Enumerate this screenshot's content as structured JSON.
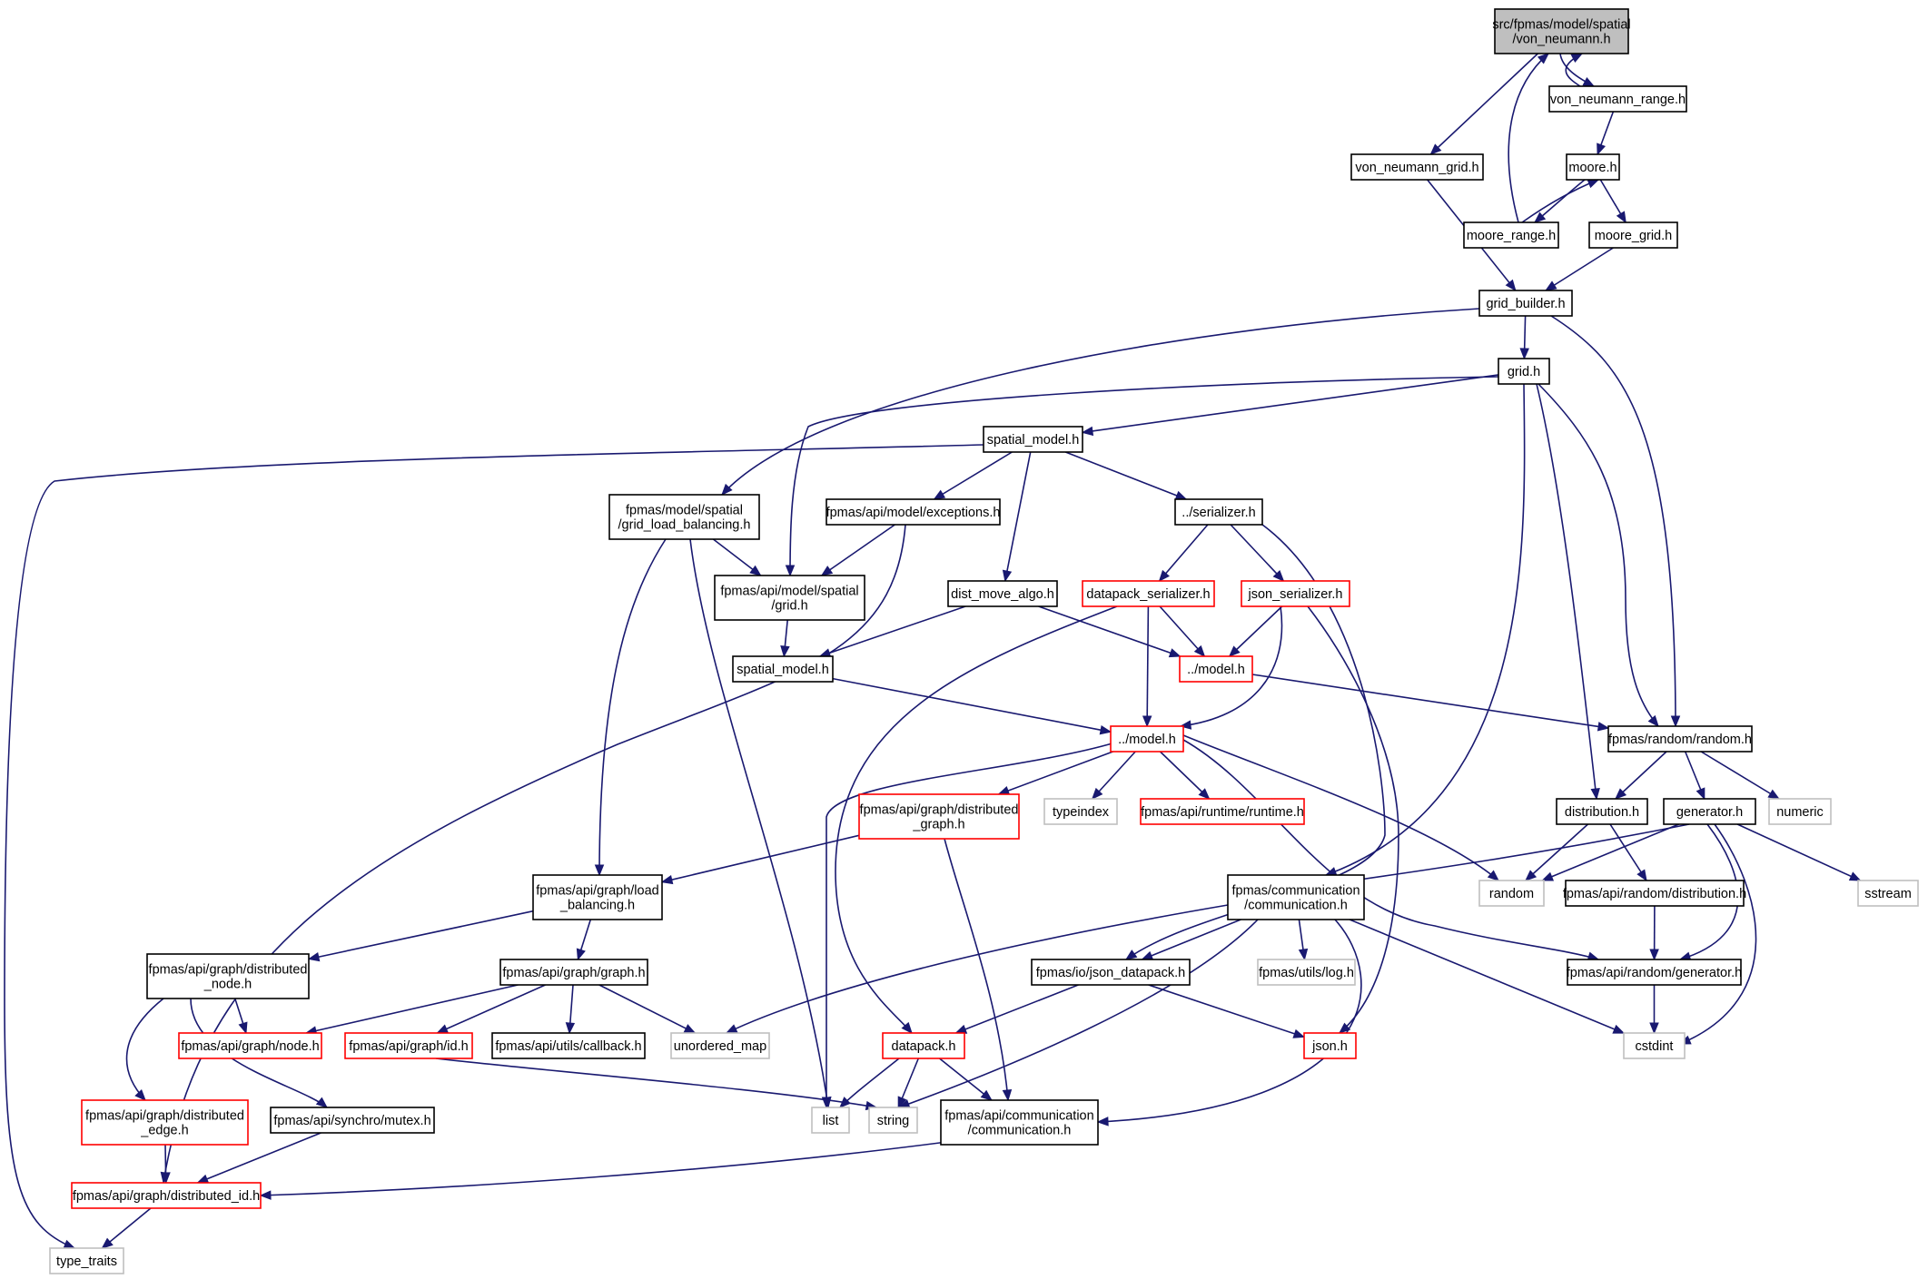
{
  "diagram": {
    "nodes": [
      {
        "id": "root",
        "label": [
          "src/fpmas/model/spatial",
          "/von_neumann.h"
        ],
        "style": "root"
      },
      {
        "id": "vnr",
        "label": [
          "von_neumann_range.h"
        ],
        "style": "black"
      },
      {
        "id": "vng",
        "label": [
          "von_neumann_grid.h"
        ],
        "style": "black"
      },
      {
        "id": "moore",
        "label": [
          "moore.h"
        ],
        "style": "black"
      },
      {
        "id": "moore_range",
        "label": [
          "moore_range.h"
        ],
        "style": "black"
      },
      {
        "id": "moore_grid",
        "label": [
          "moore_grid.h"
        ],
        "style": "black"
      },
      {
        "id": "grid_builder",
        "label": [
          "grid_builder.h"
        ],
        "style": "black"
      },
      {
        "id": "grid",
        "label": [
          "grid.h"
        ],
        "style": "black"
      },
      {
        "id": "spatial_model",
        "label": [
          "spatial_model.h"
        ],
        "style": "black"
      },
      {
        "id": "glb",
        "label": [
          "fpmas/model/spatial",
          "/grid_load_balancing.h"
        ],
        "style": "black"
      },
      {
        "id": "exceptions",
        "label": [
          "fpmas/api/model/exceptions.h"
        ],
        "style": "black"
      },
      {
        "id": "serializer",
        "label": [
          "../serializer.h"
        ],
        "style": "black"
      },
      {
        "id": "api_grid",
        "label": [
          "fpmas/api/model/spatial",
          "/grid.h"
        ],
        "style": "black"
      },
      {
        "id": "dist_move",
        "label": [
          "dist_move_algo.h"
        ],
        "style": "black"
      },
      {
        "id": "datapack_ser",
        "label": [
          "datapack_serializer.h"
        ],
        "style": "red"
      },
      {
        "id": "json_ser",
        "label": [
          "json_serializer.h"
        ],
        "style": "red"
      },
      {
        "id": "model_a",
        "label": [
          "../model.h"
        ],
        "style": "red"
      },
      {
        "id": "api_spatial_model",
        "label": [
          "spatial_model.h"
        ],
        "style": "black"
      },
      {
        "id": "model_b",
        "label": [
          "../model.h"
        ],
        "style": "red"
      },
      {
        "id": "random_h",
        "label": [
          "fpmas/random/random.h"
        ],
        "style": "black"
      },
      {
        "id": "dist_graph",
        "label": [
          "fpmas/api/graph/distributed",
          "_graph.h"
        ],
        "style": "red"
      },
      {
        "id": "typeindex",
        "label": [
          "typeindex"
        ],
        "style": "grey"
      },
      {
        "id": "runtime",
        "label": [
          "fpmas/api/runtime/runtime.h"
        ],
        "style": "red"
      },
      {
        "id": "distribution",
        "label": [
          "distribution.h"
        ],
        "style": "black"
      },
      {
        "id": "generator",
        "label": [
          "generator.h"
        ],
        "style": "black"
      },
      {
        "id": "numeric",
        "label": [
          "numeric"
        ],
        "style": "grey"
      },
      {
        "id": "load_balancing",
        "label": [
          "fpmas/api/graph/load",
          "_balancing.h"
        ],
        "style": "black"
      },
      {
        "id": "communication",
        "label": [
          "fpmas/communication",
          "/communication.h"
        ],
        "style": "black"
      },
      {
        "id": "std_random",
        "label": [
          "random"
        ],
        "style": "grey"
      },
      {
        "id": "api_rand_dist",
        "label": [
          "fpmas/api/random/distribution.h"
        ],
        "style": "black"
      },
      {
        "id": "sstream",
        "label": [
          "sstream"
        ],
        "style": "grey"
      },
      {
        "id": "dist_node",
        "label": [
          "fpmas/api/graph/distributed",
          "_node.h"
        ],
        "style": "black"
      },
      {
        "id": "graph_h",
        "label": [
          "fpmas/api/graph/graph.h"
        ],
        "style": "black"
      },
      {
        "id": "json_datapack",
        "label": [
          "fpmas/io/json_datapack.h"
        ],
        "style": "black"
      },
      {
        "id": "log",
        "label": [
          "fpmas/utils/log.h"
        ],
        "style": "grey"
      },
      {
        "id": "api_rand_gen",
        "label": [
          "fpmas/api/random/generator.h"
        ],
        "style": "black"
      },
      {
        "id": "node_h",
        "label": [
          "fpmas/api/graph/node.h"
        ],
        "style": "red"
      },
      {
        "id": "id_h",
        "label": [
          "fpmas/api/graph/id.h"
        ],
        "style": "red"
      },
      {
        "id": "callback",
        "label": [
          "fpmas/api/utils/callback.h"
        ],
        "style": "black"
      },
      {
        "id": "unordered_map",
        "label": [
          "unordered_map"
        ],
        "style": "grey"
      },
      {
        "id": "datapack",
        "label": [
          "datapack.h"
        ],
        "style": "red"
      },
      {
        "id": "json_h",
        "label": [
          "json.h"
        ],
        "style": "red"
      },
      {
        "id": "cstdint",
        "label": [
          "cstdint"
        ],
        "style": "grey"
      },
      {
        "id": "dist_edge",
        "label": [
          "fpmas/api/graph/distributed",
          "_edge.h"
        ],
        "style": "red"
      },
      {
        "id": "mutex",
        "label": [
          "fpmas/api/synchro/mutex.h"
        ],
        "style": "black"
      },
      {
        "id": "list",
        "label": [
          "list"
        ],
        "style": "grey"
      },
      {
        "id": "string",
        "label": [
          "string"
        ],
        "style": "grey"
      },
      {
        "id": "api_comm",
        "label": [
          "fpmas/api/communication",
          "/communication.h"
        ],
        "style": "black"
      },
      {
        "id": "dist_id",
        "label": [
          "fpmas/api/graph/distributed_id.h"
        ],
        "style": "red"
      },
      {
        "id": "type_traits",
        "label": [
          "type_traits"
        ],
        "style": "grey"
      }
    ],
    "edges": [
      [
        "root",
        "vnr"
      ],
      [
        "root",
        "vng"
      ],
      [
        "vnr",
        "root"
      ],
      [
        "vnr",
        "moore"
      ],
      [
        "moore",
        "moore_range"
      ],
      [
        "moore",
        "moore_grid"
      ],
      [
        "moore_range",
        "moore"
      ],
      [
        "moore_range",
        "root"
      ],
      [
        "vng",
        "grid_builder"
      ],
      [
        "moore_grid",
        "grid_builder"
      ],
      [
        "grid_builder",
        "grid"
      ],
      [
        "grid_builder",
        "glb"
      ],
      [
        "grid_builder",
        "random_h"
      ],
      [
        "grid",
        "spatial_model"
      ],
      [
        "grid",
        "api_grid"
      ],
      [
        "grid",
        "random_h"
      ],
      [
        "grid",
        "distribution"
      ],
      [
        "grid",
        "communication"
      ],
      [
        "spatial_model",
        "exceptions"
      ],
      [
        "spatial_model",
        "serializer"
      ],
      [
        "spatial_model",
        "dist_move"
      ],
      [
        "spatial_model",
        "type_traits"
      ],
      [
        "glb",
        "api_grid"
      ],
      [
        "glb",
        "load_balancing"
      ],
      [
        "glb",
        "list"
      ],
      [
        "exceptions",
        "api_grid"
      ],
      [
        "exceptions",
        "dist_id"
      ],
      [
        "serializer",
        "datapack_ser"
      ],
      [
        "serializer",
        "json_ser"
      ],
      [
        "serializer",
        "json_datapack"
      ],
      [
        "api_grid",
        "api_spatial_model"
      ],
      [
        "dist_move",
        "api_spatial_model"
      ],
      [
        "dist_move",
        "model_a"
      ],
      [
        "datapack_ser",
        "model_a"
      ],
      [
        "datapack_ser",
        "model_b"
      ],
      [
        "datapack_ser",
        "datapack"
      ],
      [
        "json_ser",
        "model_a"
      ],
      [
        "json_ser",
        "model_b"
      ],
      [
        "json_ser",
        "json_h"
      ],
      [
        "model_a",
        "random_h"
      ],
      [
        "api_spatial_model",
        "model_b"
      ],
      [
        "model_b",
        "dist_graph"
      ],
      [
        "model_b",
        "typeindex"
      ],
      [
        "model_b",
        "runtime"
      ],
      [
        "model_b",
        "std_random"
      ],
      [
        "model_b",
        "list"
      ],
      [
        "model_b",
        "api_rand_gen"
      ],
      [
        "random_h",
        "distribution"
      ],
      [
        "random_h",
        "generator"
      ],
      [
        "random_h",
        "numeric"
      ],
      [
        "dist_graph",
        "load_balancing"
      ],
      [
        "dist_graph",
        "api_comm"
      ],
      [
        "distribution",
        "std_random"
      ],
      [
        "distribution",
        "api_rand_dist"
      ],
      [
        "generator",
        "communication"
      ],
      [
        "generator",
        "std_random"
      ],
      [
        "generator",
        "sstream"
      ],
      [
        "generator",
        "api_rand_gen"
      ],
      [
        "generator",
        "cstdint"
      ],
      [
        "load_balancing",
        "dist_node"
      ],
      [
        "load_balancing",
        "graph_h"
      ],
      [
        "communication",
        "json_datapack"
      ],
      [
        "communication",
        "log"
      ],
      [
        "communication",
        "unordered_map"
      ],
      [
        "communication",
        "string"
      ],
      [
        "communication",
        "cstdint"
      ],
      [
        "communication",
        "api_comm"
      ],
      [
        "api_rand_dist",
        "api_rand_gen"
      ],
      [
        "api_rand_gen",
        "cstdint"
      ],
      [
        "dist_node",
        "node_h"
      ],
      [
        "dist_node",
        "dist_edge"
      ],
      [
        "dist_node",
        "mutex"
      ],
      [
        "graph_h",
        "node_h"
      ],
      [
        "graph_h",
        "id_h"
      ],
      [
        "graph_h",
        "callback"
      ],
      [
        "graph_h",
        "unordered_map"
      ],
      [
        "json_datapack",
        "datapack"
      ],
      [
        "json_datapack",
        "json_h"
      ],
      [
        "id_h",
        "string"
      ],
      [
        "datapack",
        "list"
      ],
      [
        "datapack",
        "string"
      ],
      [
        "datapack",
        "api_comm"
      ],
      [
        "dist_edge",
        "dist_id"
      ],
      [
        "mutex",
        "dist_id"
      ],
      [
        "api_comm",
        "dist_id"
      ],
      [
        "dist_id",
        "type_traits"
      ]
    ]
  }
}
